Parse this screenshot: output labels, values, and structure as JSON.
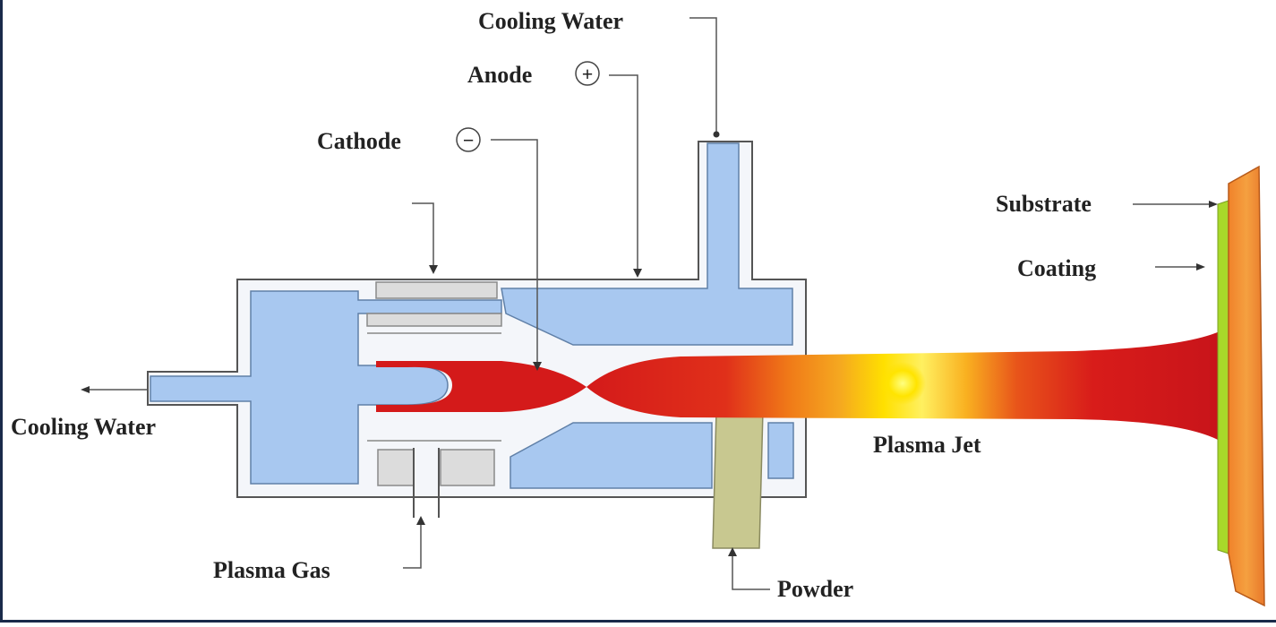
{
  "labels": {
    "cooling_water_top": "Cooling Water",
    "anode": "Anode",
    "cathode": "Cathode",
    "cooling_water_left": "Cooling Water",
    "plasma_gas": "Plasma Gas",
    "powder": "Powder",
    "plasma_jet": "Plasma Jet",
    "substrate": "Substrate",
    "coating": "Coating"
  },
  "symbols": {
    "anode": "+",
    "cathode": "−"
  },
  "colors": {
    "water": "#a8c8f0",
    "outline": "#555555",
    "insulator": "#dcdcdc",
    "plasma_core": "#d41a1a",
    "plasma_hot": "#ffe000",
    "plasma_mid": "#f58a1a",
    "powder": "#c8c890",
    "substrate": "#f0822a",
    "coating": "#a8d82a"
  }
}
